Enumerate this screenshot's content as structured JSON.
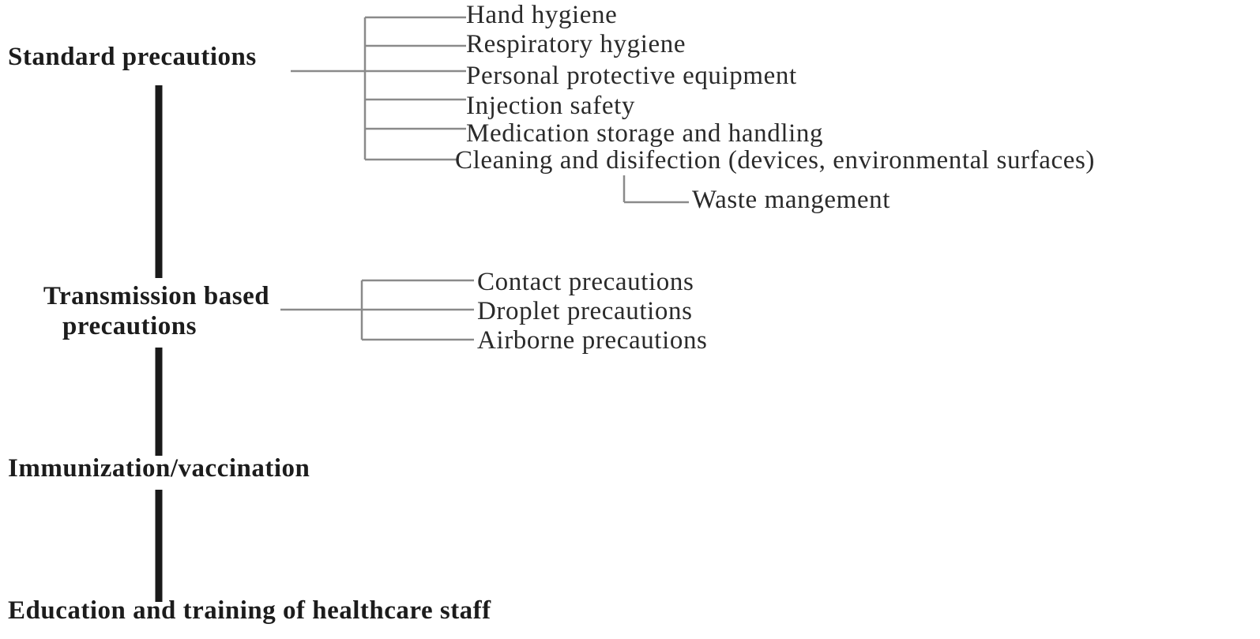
{
  "main_nodes": {
    "standard": "Standard precautions",
    "transmission_line1": "Transmission based",
    "transmission_line2": "precautions",
    "immunization": "Immunization/vaccination",
    "education": "Education and training of healthcare staff"
  },
  "standard_items": [
    "Hand hygiene",
    "Respiratory hygiene",
    "Personal protective equipment",
    "Injection safety",
    "Medication storage and handling",
    "Cleaning and disifection (devices, environmental surfaces)"
  ],
  "cleaning_sub_item": "Waste mangement",
  "transmission_items": [
    "Contact precautions",
    "Droplet precautions",
    "Airborne precautions"
  ],
  "colors": {
    "main_line": "#1a1a1a",
    "branch_line": "#8a8a8a",
    "text": "#222222"
  }
}
